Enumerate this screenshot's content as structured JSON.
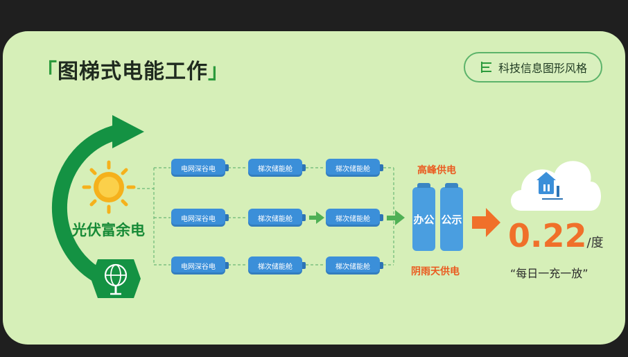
{
  "title": "图梯式电能工作",
  "bracket_left": "「",
  "bracket_right": "」",
  "tag": {
    "icon": "ladder-icon",
    "label": "科技信息图形风格"
  },
  "source": {
    "icon": "sun-icon",
    "label": "光伏富余电",
    "base_icon": "tree-globe-icon"
  },
  "rows": [
    [
      "电网深谷电",
      "梯次储能舱",
      "梯次储能舱"
    ],
    [
      "电网深谷电",
      "梯次储能舱",
      "梯次储能舱"
    ],
    [
      "电网深谷电",
      "梯次储能舱",
      "梯次储能舱"
    ]
  ],
  "supply": {
    "peak_label": "高峰供电",
    "rain_label": "阴雨天供电",
    "battery1": "办公",
    "battery2": "公示"
  },
  "result": {
    "price": "0.22",
    "unit": "/度",
    "motto": "“每日一充一放”",
    "icon": "cloud-home-icon"
  },
  "colors": {
    "green": "#168a36",
    "blue": "#3b8fd9",
    "orange": "#f0702a",
    "bg": "#d6efb8"
  }
}
